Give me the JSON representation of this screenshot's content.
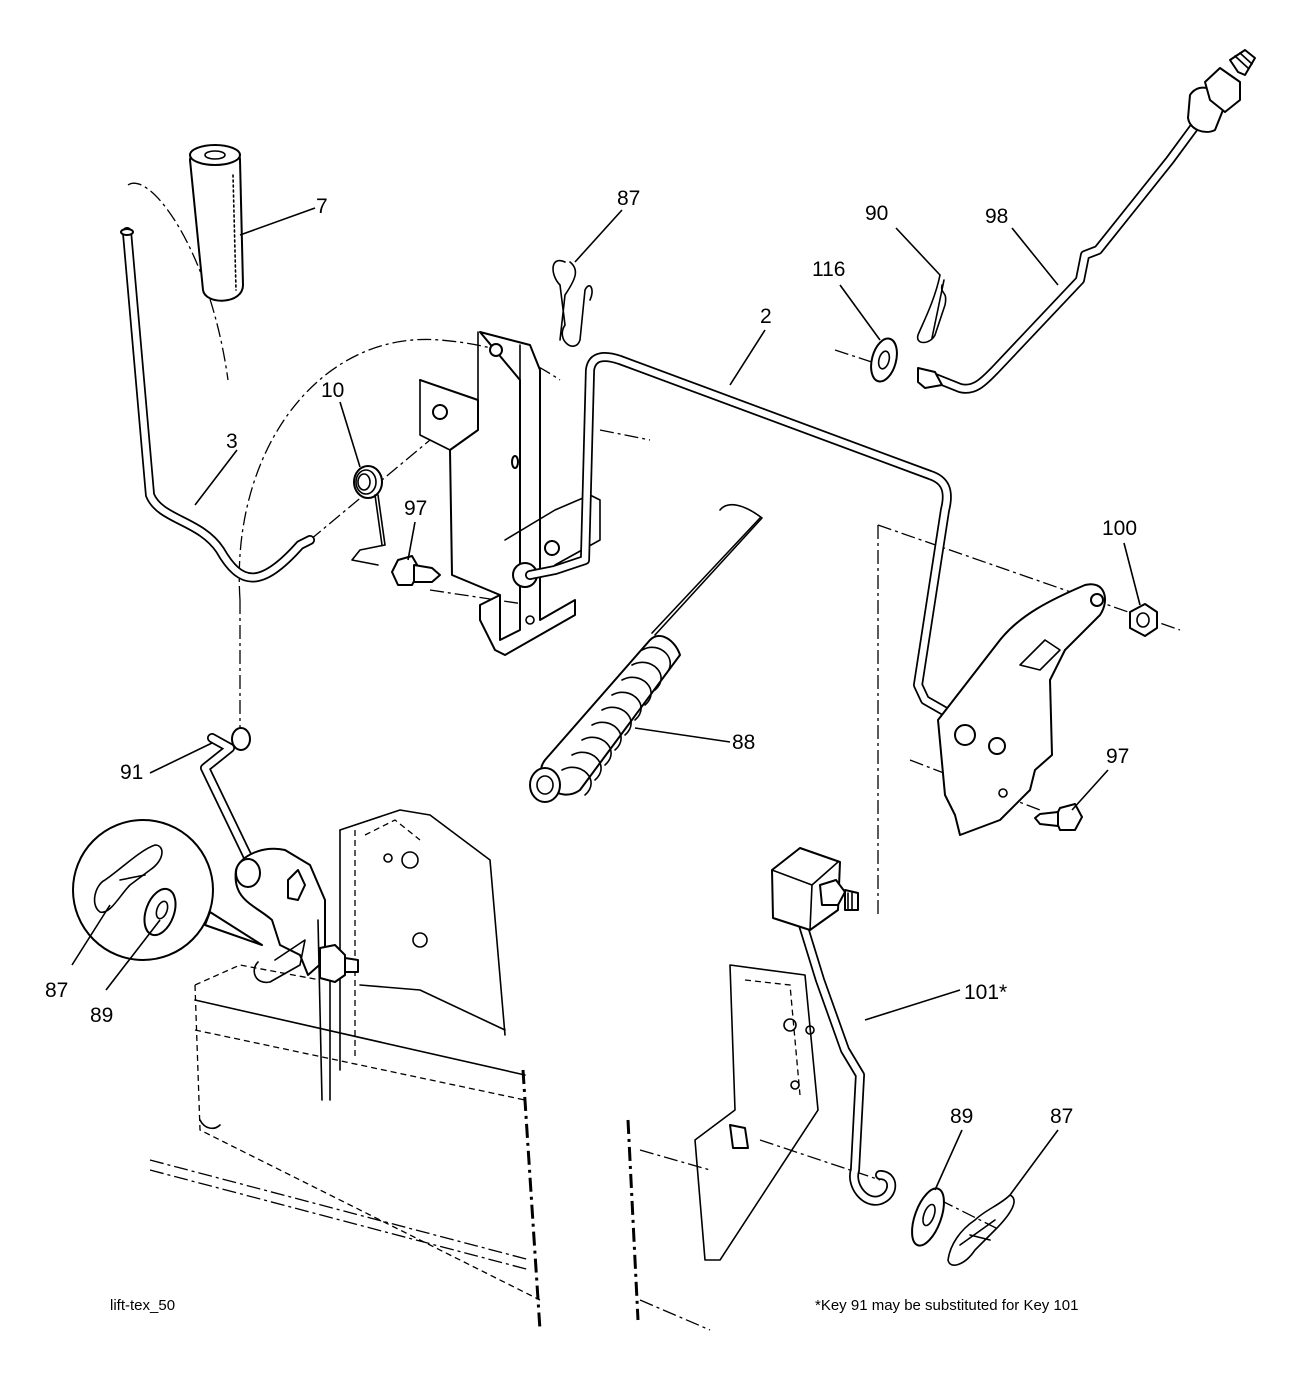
{
  "callouts": [
    {
      "id": "c7",
      "text": "7"
    },
    {
      "id": "c87a",
      "text": "87"
    },
    {
      "id": "c90",
      "text": "90"
    },
    {
      "id": "c98",
      "text": "98"
    },
    {
      "id": "c116",
      "text": "116"
    },
    {
      "id": "c2",
      "text": "2"
    },
    {
      "id": "c10",
      "text": "10"
    },
    {
      "id": "c3",
      "text": "3"
    },
    {
      "id": "c97a",
      "text": "97"
    },
    {
      "id": "c100",
      "text": "100"
    },
    {
      "id": "c88",
      "text": "88"
    },
    {
      "id": "c91",
      "text": "91"
    },
    {
      "id": "c97b",
      "text": "97"
    },
    {
      "id": "c87b",
      "text": "87"
    },
    {
      "id": "c89a",
      "text": "89"
    },
    {
      "id": "c101",
      "text": "101*"
    },
    {
      "id": "c89b",
      "text": "89"
    },
    {
      "id": "c87c",
      "text": "87"
    }
  ],
  "footer": {
    "diagram_id": "lift-tex_50",
    "note": "*Key 91 may be substituted for Key 101"
  }
}
